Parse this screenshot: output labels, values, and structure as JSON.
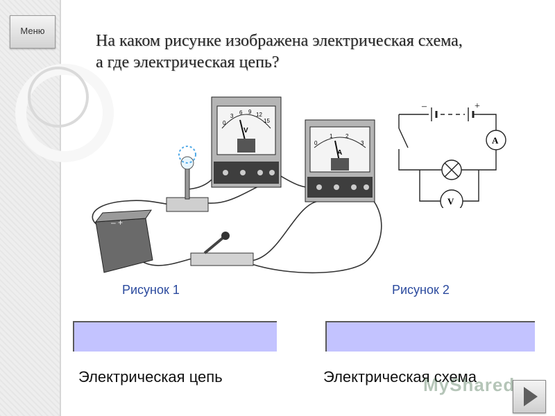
{
  "menu": {
    "label": "Меню"
  },
  "question": {
    "line1": "На каком рисунке изображена электрическая схема,",
    "line2": "а где электрическая цепь?"
  },
  "figures": [
    {
      "label": "Рисунок 1"
    },
    {
      "label": "Рисунок 2"
    }
  ],
  "meters": {
    "voltmeter": {
      "symbol": "V",
      "scale": [
        "0",
        "3",
        "6",
        "9",
        "12",
        "15"
      ]
    },
    "ammeter": {
      "symbol": "A",
      "scale": [
        "0",
        "1",
        "2",
        "3"
      ]
    }
  },
  "schema": {
    "minus": "–",
    "plus": "+",
    "ammeter_symbol": "A",
    "voltmeter_symbol": "V"
  },
  "answers": [
    {
      "label": "Электрическая цепь"
    },
    {
      "label": "Электрическая схема"
    }
  ],
  "watermark": "MyShared",
  "colors": {
    "answer_box": "#c3c3ff",
    "figure_label": "#2b4a9e"
  },
  "icons": {
    "next": "next-arrow-icon"
  }
}
